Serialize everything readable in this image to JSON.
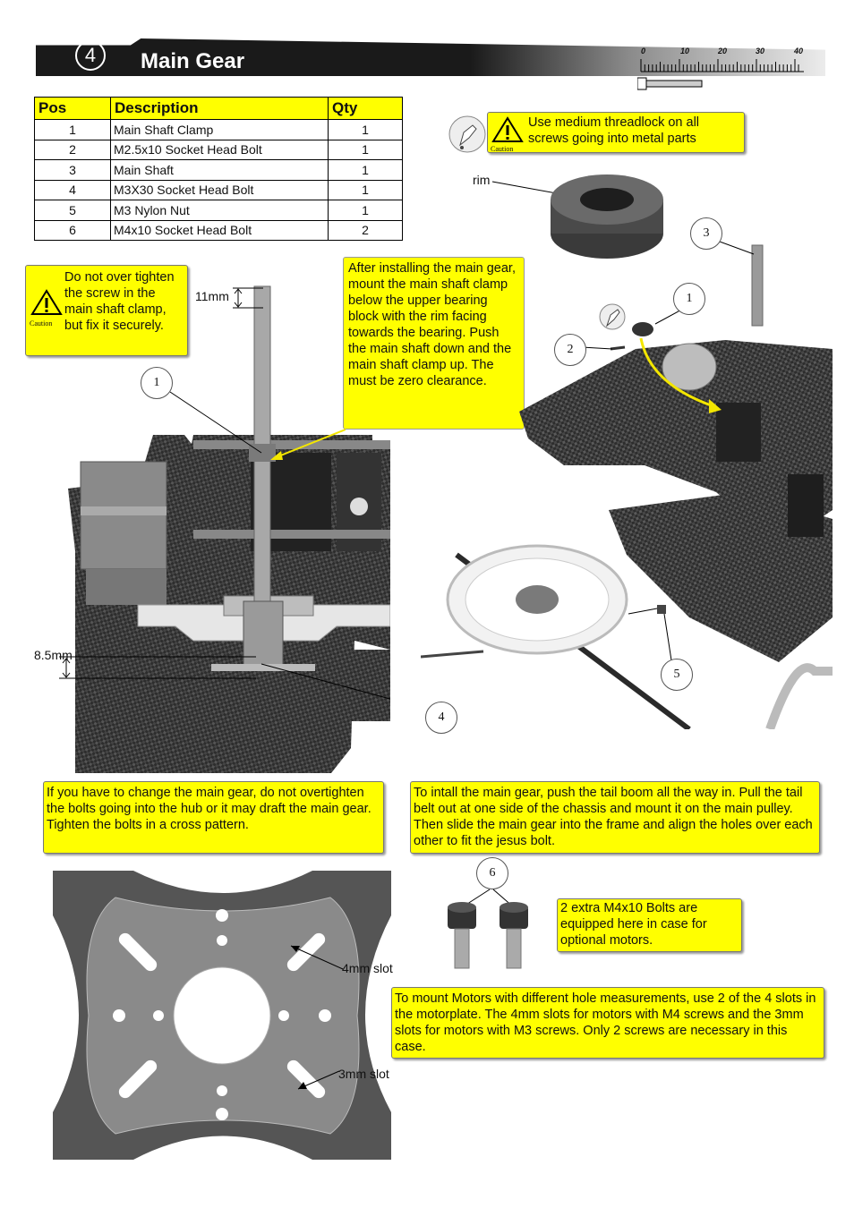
{
  "header": {
    "step_number": "4",
    "title": "Main Gear"
  },
  "ruler": {
    "ticks": [
      "0",
      "10",
      "20",
      "30",
      "40"
    ]
  },
  "parts_table": {
    "headers": [
      "Pos",
      "Description",
      "Qty"
    ],
    "rows": [
      {
        "pos": "1",
        "desc": "Main Shaft Clamp",
        "qty": "1"
      },
      {
        "pos": "2",
        "desc": "M2.5x10 Socket Head Bolt",
        "qty": "1"
      },
      {
        "pos": "3",
        "desc": "Main Shaft",
        "qty": "1"
      },
      {
        "pos": "4",
        "desc": "M3X30 Socket Head Bolt",
        "qty": "1"
      },
      {
        "pos": "5",
        "desc": "M3 Nylon Nut",
        "qty": "1"
      },
      {
        "pos": "6",
        "desc": "M4x10 Socket Head Bolt",
        "qty": "2"
      }
    ]
  },
  "caution_label": "Caution",
  "notes": {
    "threadlock": "Use medium threadlock on all screws going into metal parts",
    "overtighten": "Do not over tighten the screw in the main shaft clamp, but fix it securely.",
    "install_clamp": "After installing the main gear, mount the main shaft clamp below the upper bearing block with the rim facing towards the bearing. Push the main shaft down and the main shaft clamp up. The must be zero clearance.",
    "change_gear": "If you have to change the main gear, do not overtighten the bolts going into the hub or it may draft the main gear. Tighten the bolts in a cross pattern.",
    "install_gear": "To intall the main gear, push the tail boom all the way in. Pull the tail belt out at one side of the chassis and mount it on the main pulley. Then slide the main gear into the frame and align the holes over each other to fit the jesus bolt.",
    "extra_bolts": "2 extra M4x10 Bolts are equipped here in case for optional motors.",
    "motor_slots": "To mount  Motors with different hole measurements, use 2 of the 4 slots in the motorplate. The 4mm slots for motors with M4 screws and the 3mm slots for motors with M3 screws. Only 2 screws are necessary in this case."
  },
  "labels": {
    "rim": "rim",
    "dim_top": "11mm",
    "dim_bottom": "8.5mm",
    "slot4": "4mm slot",
    "slot3": "3mm slot"
  },
  "callouts": [
    "1",
    "1",
    "2",
    "3",
    "4",
    "5",
    "6"
  ]
}
